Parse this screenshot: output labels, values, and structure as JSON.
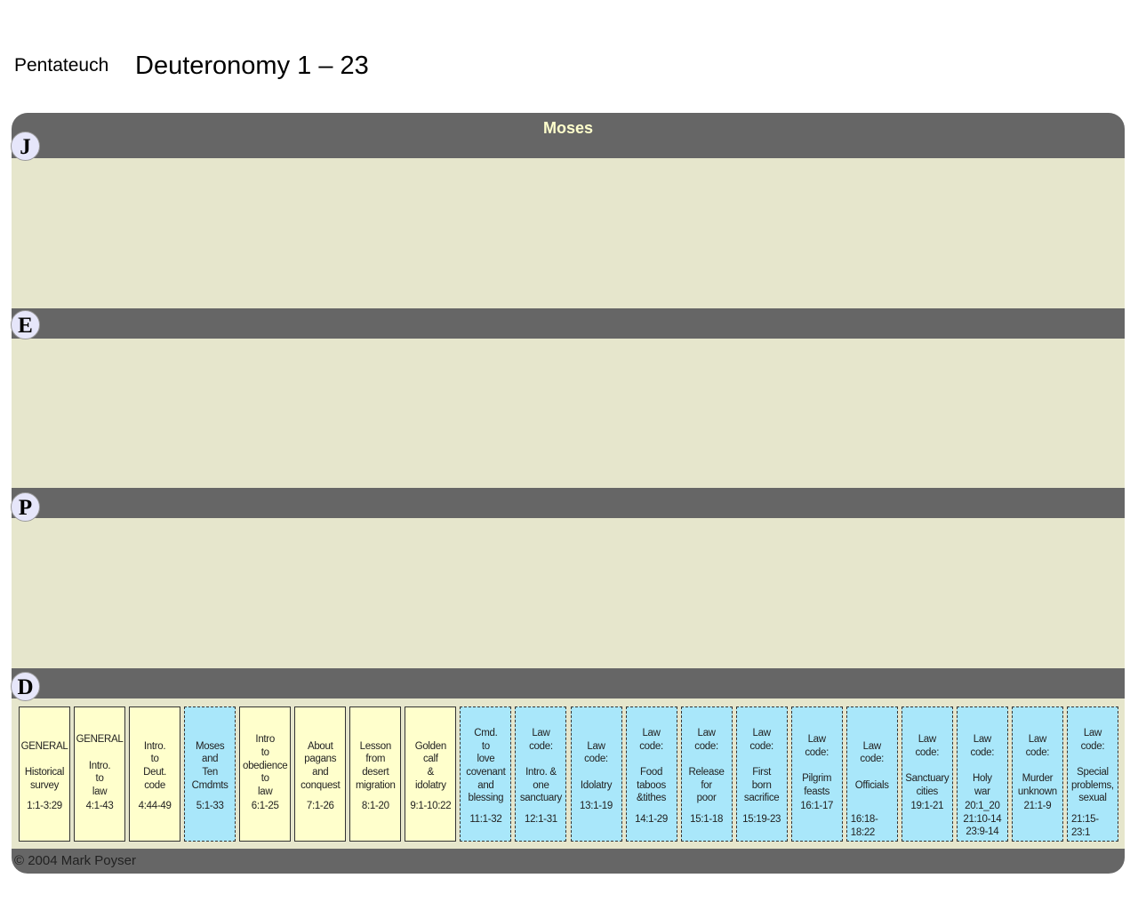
{
  "header": {
    "subtitle": "Pentateuch",
    "title": "Deuteronomy 1 – 23"
  },
  "band_title": "Moses",
  "sources": [
    "J",
    "E",
    "P",
    "D"
  ],
  "copyright": "© 2004 Mark Poyser",
  "boxes": [
    {
      "text": "GENERAL\n\nHistorical\nsurvey",
      "ref": "1:1-3:29",
      "style": "yellow"
    },
    {
      "text": "GENERAL\n\nIntro.\nto\nlaw",
      "ref": "4:1-43",
      "style": "yellow"
    },
    {
      "text": "Intro.\nto\nDeut.\ncode",
      "ref": "4:44-49",
      "style": "yellow"
    },
    {
      "text": "Moses\nand\nTen\nCmdmts",
      "ref": "5:1-33",
      "style": "blue"
    },
    {
      "text": "Intro\nto\nobedience\nto\nlaw",
      "ref": "6:1-25",
      "style": "yellow"
    },
    {
      "text": "About\npagans\nand\nconquest",
      "ref": "7:1-26",
      "style": "yellow"
    },
    {
      "text": "Lesson\nfrom\ndesert\nmigration",
      "ref": "8:1-20",
      "style": "yellow"
    },
    {
      "text": "Golden\ncalf\n&\nidolatry",
      "ref": "9:1-10:22",
      "style": "yellow"
    },
    {
      "text": "Cmd.\nto\nlove\ncovenant\nand\nblessing",
      "ref": "11:1-32",
      "style": "blue"
    },
    {
      "text": "Law\ncode:\n\nIntro. &\none\nsanctuary",
      "ref": "12:1-31",
      "style": "blue"
    },
    {
      "text": "Law\ncode:\n\nIdolatry",
      "ref": "13:1-19",
      "style": "blue"
    },
    {
      "text": "Law\ncode:\n\nFood\ntaboos\n&tithes",
      "ref": "14:1-29",
      "style": "blue"
    },
    {
      "text": "Law\ncode:\n\nRelease\nfor\npoor",
      "ref": "15:1-18",
      "style": "blue"
    },
    {
      "text": "Law\ncode:\n\nFirst\nborn\nsacrifice",
      "ref": "15:19-23",
      "style": "blue"
    },
    {
      "text": "Law\ncode:\n\nPilgrim\nfeasts",
      "ref": "16:1-17",
      "style": "blue"
    },
    {
      "text": "Law\ncode:\n\nOfficials",
      "ref": "16:18-\n18:22",
      "style": "blue"
    },
    {
      "text": "Law\ncode:\n\nSanctuary\ncities",
      "ref": "19:1-21",
      "style": "blue"
    },
    {
      "text": "Law\ncode:\n\nHoly\nwar",
      "ref": "20:1_20\n21:10-14\n23:9-14",
      "style": "blue"
    },
    {
      "text": "Law\ncode:\n\nMurder\nunknown",
      "ref": "21:1-9",
      "style": "blue"
    },
    {
      "text": "Law\ncode:\n\nSpecial\nproblems,\nsexual",
      "ref": "21:15-\n23:1",
      "style": "blue"
    }
  ]
}
